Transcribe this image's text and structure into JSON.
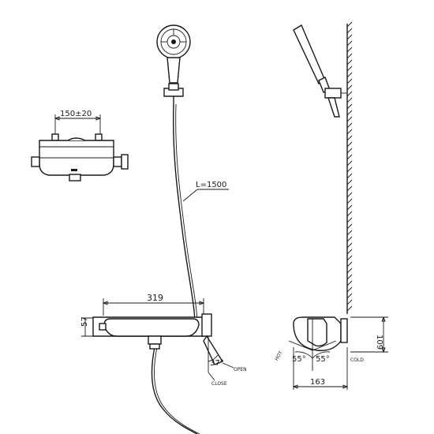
{
  "labels": {
    "spacing": "150±20",
    "hose_length": "L=1500",
    "width_319": "319",
    "height_57": "57",
    "angle_37": "37°",
    "open": "OPEN",
    "close": "CLOSE",
    "height_109": "109",
    "hot": "HOT",
    "cold": "COLD",
    "angle_55_left": "55°",
    "angle_55_right": "55°",
    "width_163": "163"
  }
}
